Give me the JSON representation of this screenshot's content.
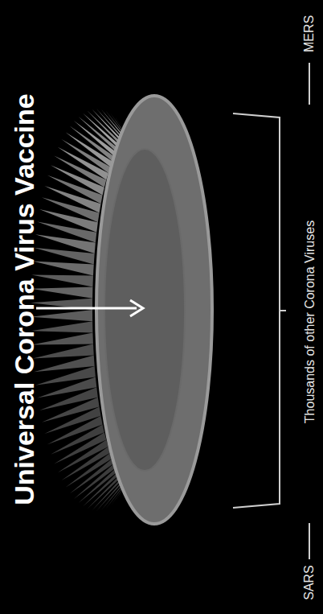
{
  "diagram": {
    "title": "Universal Corona Virus Vaccine",
    "labels": [
      "MERS",
      "SARS",
      "Thousands of other Corona Viruses"
    ]
  }
}
